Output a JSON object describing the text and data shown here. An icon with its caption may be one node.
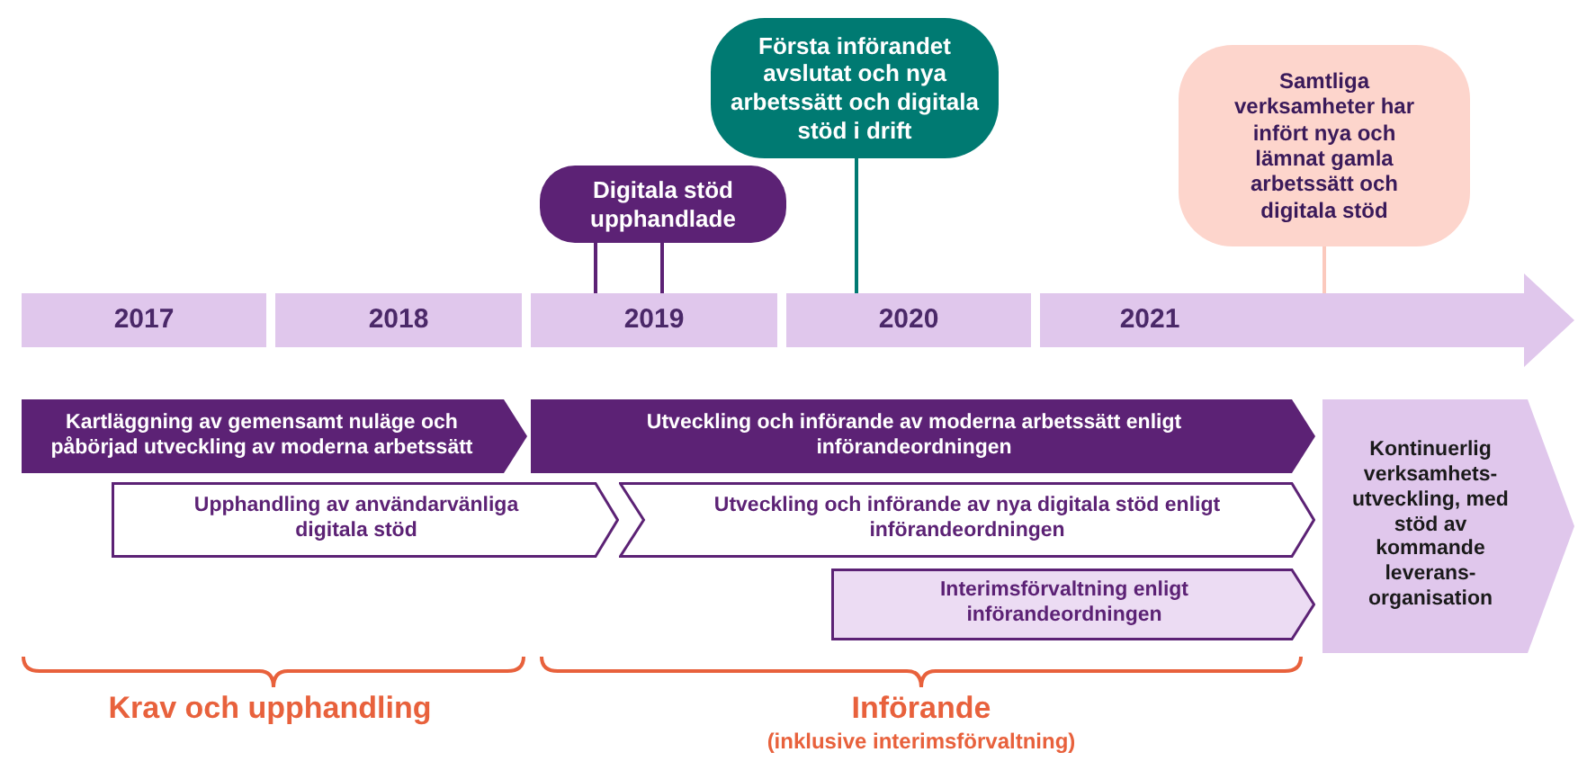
{
  "diagram": {
    "nodes": [
      {
        "text": [
          "Digitala stöd upphandlade"
        ]
      },
      {
        "text": [
          "Första införandet avslutat och nya arbetssätt och digitala stöd i drift"
        ]
      },
      {
        "text": [
          "Samtliga verksamheter har infört nya och lämnat gamla arbetssätt och digitala stöd"
        ]
      },
      {
        "text": [
          "2017"
        ]
      },
      {
        "text": [
          "2018"
        ]
      },
      {
        "text": [
          "2019"
        ]
      },
      {
        "text": [
          "2020"
        ]
      },
      {
        "text": [
          "2021"
        ]
      },
      {
        "text": [
          "Kartläggning av gemensamt nuläge och påbörjad utveckling av moderna arbetssätt"
        ]
      },
      {
        "text": [
          "Utveckling och införande av moderna arbetssätt enligt införandeordningen"
        ]
      },
      {
        "text": [
          "Kontinuerlig verksamhets-utveckling, med stöd av kommande leverans-organisation"
        ]
      },
      {
        "text": [
          "Upphandling av användarvänliga digitala stöd"
        ]
      },
      {
        "text": [
          "Utveckling och införande av nya digitala stöd enligt införandeordningen"
        ]
      },
      {
        "text": [
          "Interimsförvaltning enligt införandeordningen"
        ]
      }
    ],
    "edges": [
      {
        "from": 0,
        "to": 5,
        "arrow": "none"
      },
      {
        "from": 0,
        "to": 5,
        "arrow": "none"
      },
      {
        "from": 1,
        "to": 6,
        "arrow": "none",
        "color": "#007a72"
      },
      {
        "from": 2,
        "to": 7,
        "arrow": "none",
        "color": "#fbc9bd"
      }
    ],
    "labels": [
      "Krav och upphandling",
      "Införande",
      "(inklusive interimsförvaltning)"
    ]
  }
}
